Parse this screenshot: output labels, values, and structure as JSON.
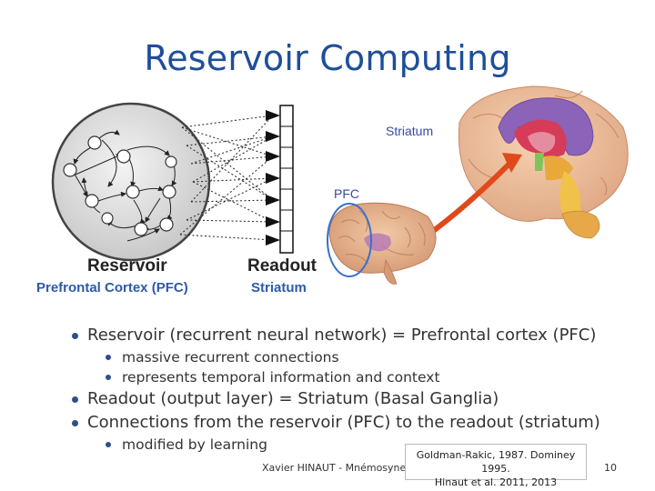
{
  "slide": {
    "title": "Reservoir Computing",
    "page_number": "10"
  },
  "diagram": {
    "reservoir_label": "Reservoir",
    "readout_label": "Readout",
    "pfc_caption": "Prefrontal Cortex (PFC)",
    "striatum_caption": "Striatum",
    "brain_striatum_label": "Striatum",
    "brain_pfc_label": "PFC"
  },
  "bullets": [
    {
      "level": 1,
      "text": "Reservoir (recurrent neural network) = Prefrontal cortex (PFC)"
    },
    {
      "level": 2,
      "text": "massive recurrent connections"
    },
    {
      "level": 2,
      "text": "represents temporal information and context"
    },
    {
      "level": 1,
      "text": "Readout (output layer) = Striatum (Basal Ganglia)"
    },
    {
      "level": 1,
      "text": "Connections from the reservoir (PFC) to the readout (striatum)"
    },
    {
      "level": 2,
      "text": "modified by learning"
    }
  ],
  "footer": {
    "author": "Xavier HINAUT - Mnémosyne",
    "ref_line1": "Goldman-Rakic, 1987. Dominey 1995.",
    "ref_line2": "Hinaut et al. 2011, 2013"
  }
}
